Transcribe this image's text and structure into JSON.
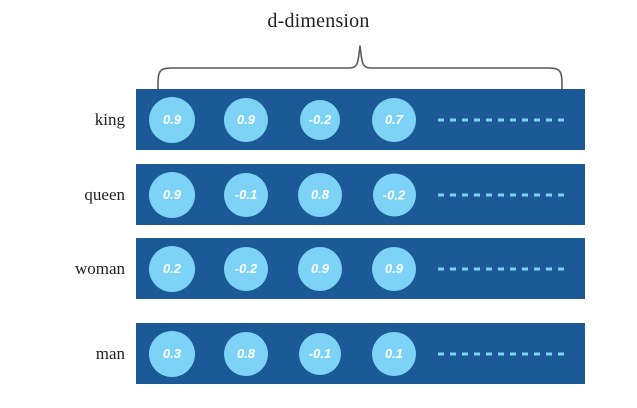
{
  "figure": {
    "title": "d-dimension",
    "background_color": "#ffffff",
    "bar_color": "#1B5A96",
    "circle_color": "#7DD3F5",
    "value_text_color": "#ffffff",
    "label_text_color": "#231f20",
    "brace_color": "#58595b"
  },
  "chart_data": {
    "type": "heatmap",
    "title": "d-dimension",
    "xlabel": "",
    "ylabel": "",
    "categories": [
      "king",
      "queen",
      "woman",
      "man"
    ],
    "dimension_label": "d-dimension",
    "shown_dimensions": 4,
    "truncation_marker": "dots",
    "dot_count": 11,
    "series": [
      {
        "name": "king",
        "values": [
          0.9,
          0.9,
          -0.2,
          0.7
        ]
      },
      {
        "name": "queen",
        "values": [
          0.9,
          -0.1,
          0.8,
          -0.2
        ]
      },
      {
        "name": "woman",
        "values": [
          0.2,
          -0.2,
          0.9,
          0.9
        ]
      },
      {
        "name": "man",
        "values": [
          0.3,
          0.8,
          -0.1,
          0.1
        ]
      }
    ]
  },
  "rows": [
    {
      "label": "king",
      "cells": [
        {
          "value": "0.9",
          "size": 46
        },
        {
          "value": "0.9",
          "size": 44
        },
        {
          "value": "-0.2",
          "size": 40
        },
        {
          "value": "0.7",
          "size": 44
        }
      ]
    },
    {
      "label": "queen",
      "cells": [
        {
          "value": "0.9",
          "size": 46
        },
        {
          "value": "-0.1",
          "size": 44
        },
        {
          "value": "0.8",
          "size": 44
        },
        {
          "value": "-0.2",
          "size": 43
        }
      ]
    },
    {
      "label": "woman",
      "cells": [
        {
          "value": "0.2",
          "size": 46
        },
        {
          "value": "-0.2",
          "size": 44
        },
        {
          "value": "0.9",
          "size": 44
        },
        {
          "value": "0.9",
          "size": 44
        }
      ]
    },
    {
      "label": "man",
      "cells": [
        {
          "value": "0.3",
          "size": 46
        },
        {
          "value": "0.8",
          "size": 44
        },
        {
          "value": "-0.1",
          "size": 42
        },
        {
          "value": "0.1",
          "size": 44
        }
      ]
    }
  ]
}
